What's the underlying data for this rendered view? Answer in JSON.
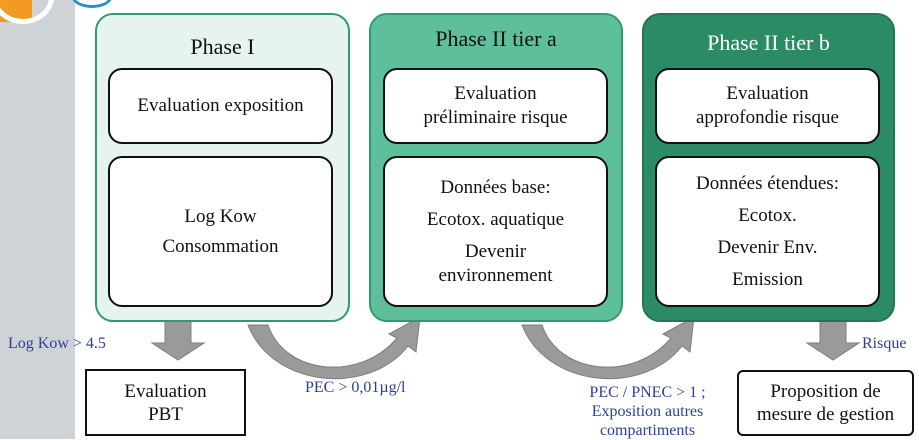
{
  "phases": [
    {
      "title": "Phase I",
      "box1": [
        "Evaluation exposition"
      ],
      "box2": [
        "Log Kow",
        "Consommation"
      ]
    },
    {
      "title": "Phase II tier a",
      "box1": [
        "Evaluation",
        "préliminaire risque"
      ],
      "box2": [
        "Données base:",
        "Ecotox. aquatique",
        "Devenir",
        "environnement"
      ]
    },
    {
      "title": "Phase II tier b",
      "box1": [
        "Evaluation",
        "approfondie risque"
      ],
      "box2": [
        "Données étendues:",
        "Ecotox.",
        "Devenir Env.",
        "Emission"
      ]
    }
  ],
  "outcomes": {
    "pbt": [
      "Evaluation",
      "PBT"
    ],
    "gestion": [
      "Proposition de",
      "mesure de gestion"
    ]
  },
  "conditions": {
    "logkow": "Log Kow > 4.5",
    "pec": "PEC > 0,01µg/l",
    "pnec": [
      "PEC / PNEC > 1 ;",
      "Exposition autres",
      "compartiments"
    ],
    "risque": "Risque"
  },
  "colors": {
    "phase1_fill": "#e7f3ef",
    "phase2a_fill": "#5ec09a",
    "phase2b_fill": "#2a8b64",
    "border_green": "#2e9a70",
    "arrow_gray": "#9a9a9a",
    "label_blue": "#2e3f9a",
    "logo_orange": "#f29a24",
    "logo_blue": "#2b8fd1"
  }
}
